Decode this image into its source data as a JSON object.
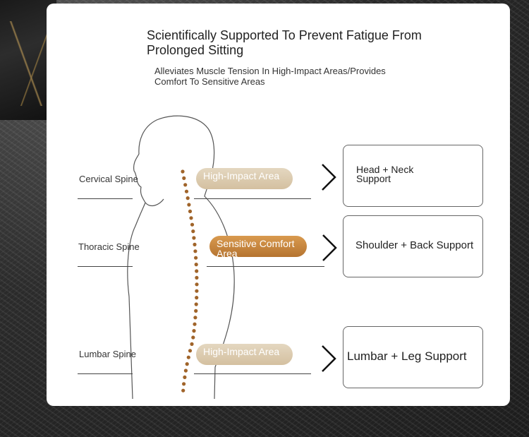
{
  "header": {
    "title": "Scientifically Supported To Prevent Fatigue From Prolonged Sitting",
    "subtitle": "Alleviates Muscle Tension In High-Impact Areas/Provides Comfort To Sensitive Areas"
  },
  "zones": [
    {
      "spine": "Cervical Spine",
      "area": "High-Impact Area",
      "support": "Head + Neck Support"
    },
    {
      "spine": "Thoracic Spine",
      "area": "Sensitive Comfort Area",
      "support": "Shoulder + Back Support"
    },
    {
      "spine": "Lumbar Spine",
      "area": "High-Impact Area",
      "support": "Lumbar + Leg Support"
    }
  ],
  "colors": {
    "high_impact_pill": "#dccbb0",
    "sensitive_pill": "#c98a44",
    "spine_dots": "#a0642a"
  },
  "icons": {
    "chevron": "chevron-right-icon",
    "figure": "human-silhouette-icon"
  }
}
